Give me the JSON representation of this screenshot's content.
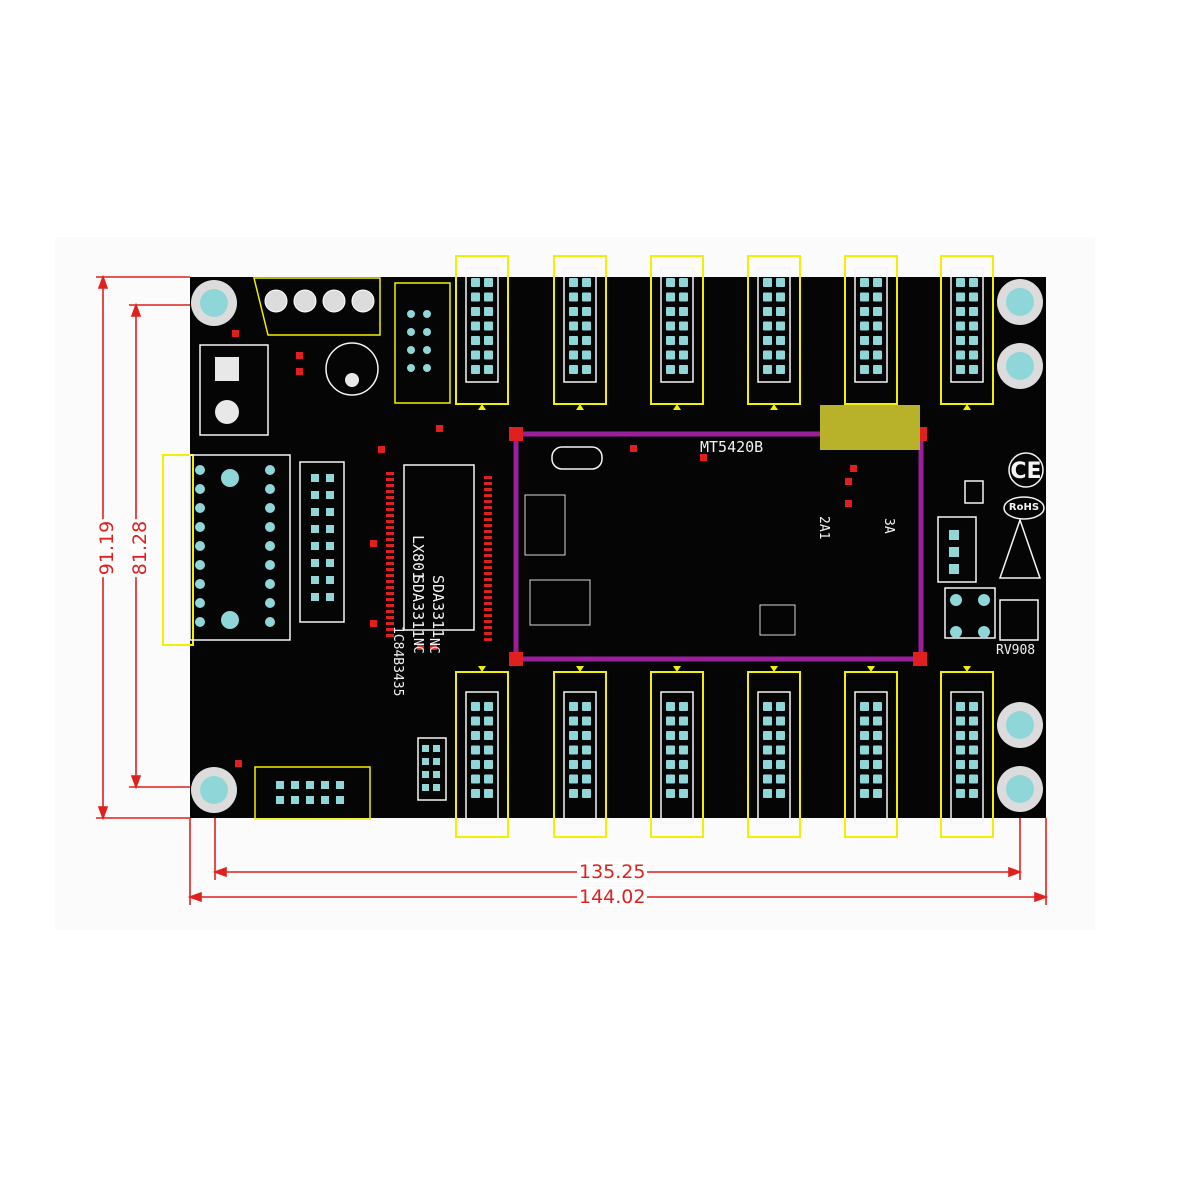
{
  "figure": {
    "colors": {
      "board": "#050505",
      "silkscreen": "#f2f000",
      "dimension": "#e0201e",
      "pad": "#8fd6d9",
      "trace": "#9a1f9a",
      "smd_pad": "#e0201e",
      "text": "#f2f2f2"
    },
    "dimensions": {
      "height_outer": "91.19",
      "height_inner": "81.28",
      "width_inner": "135.25",
      "width_outer": "144.02"
    },
    "labels": {
      "main_ic": "LX801",
      "chip_a": "SDA3311",
      "chip_b": "SDA3311",
      "nc_1": "NC",
      "nc_2": "NC",
      "regulator": "1C84B3435",
      "controller": "MT5420B",
      "cap_a": "2A1",
      "cap_b": "3A",
      "resistor": "RV908",
      "ce_mark": "CE",
      "rohs_mark": "RoHS"
    }
  }
}
